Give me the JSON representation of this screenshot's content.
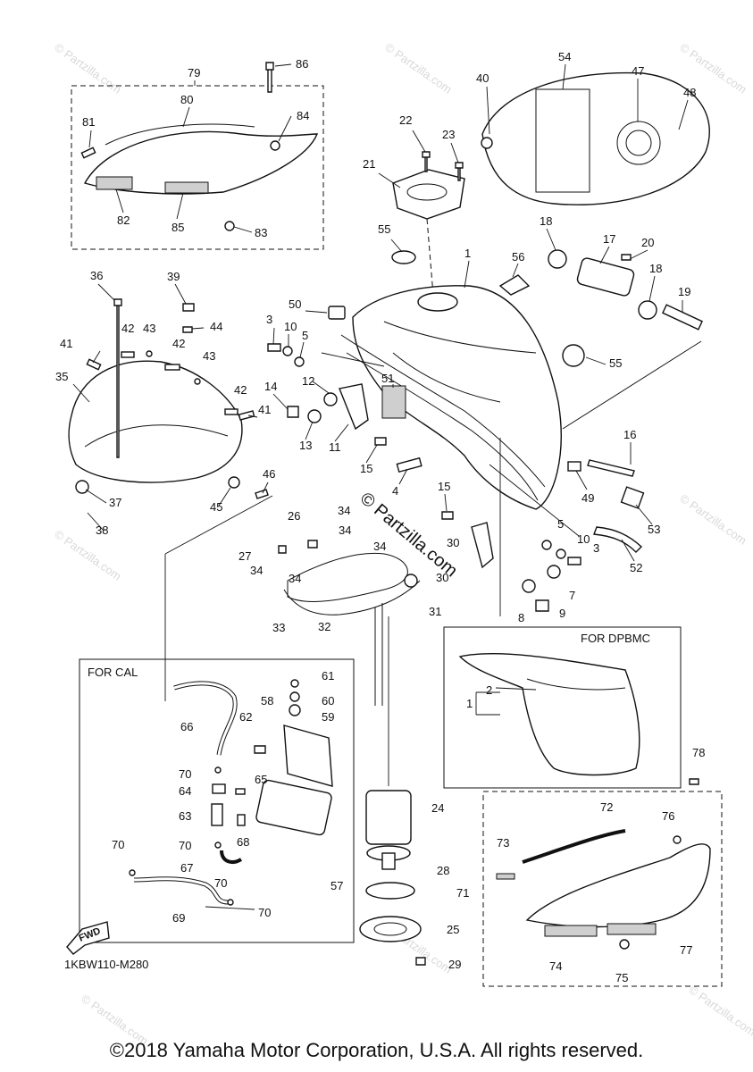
{
  "diagram_code": "1KBW110-M280",
  "copyright": "©2018 Yamaha Motor Corporation, U.S.A. All rights reserved.",
  "watermark_center": "© Partzilla.com",
  "watermark_faint": "© Partzilla.com",
  "boxes": {
    "cal": "FOR CAL",
    "dpbmc": "FOR DPBMC"
  },
  "fwd_badge": "FWD",
  "part_numbers": [
    "1",
    "2",
    "3",
    "4",
    "5",
    "7",
    "8",
    "9",
    "10",
    "11",
    "12",
    "13",
    "14",
    "15",
    "16",
    "17",
    "18",
    "19",
    "20",
    "21",
    "22",
    "23",
    "24",
    "25",
    "26",
    "27",
    "28",
    "29",
    "30",
    "31",
    "32",
    "33",
    "34",
    "35",
    "36",
    "37",
    "38",
    "39",
    "40",
    "41",
    "42",
    "43",
    "44",
    "45",
    "46",
    "47",
    "48",
    "49",
    "50",
    "51",
    "52",
    "53",
    "54",
    "55",
    "56",
    "57",
    "58",
    "59",
    "60",
    "61",
    "62",
    "63",
    "64",
    "65",
    "66",
    "67",
    "68",
    "69",
    "70",
    "71",
    "72",
    "73",
    "74",
    "75",
    "76",
    "77",
    "78",
    "79",
    "80",
    "81",
    "82",
    "83",
    "84",
    "85",
    "86"
  ]
}
